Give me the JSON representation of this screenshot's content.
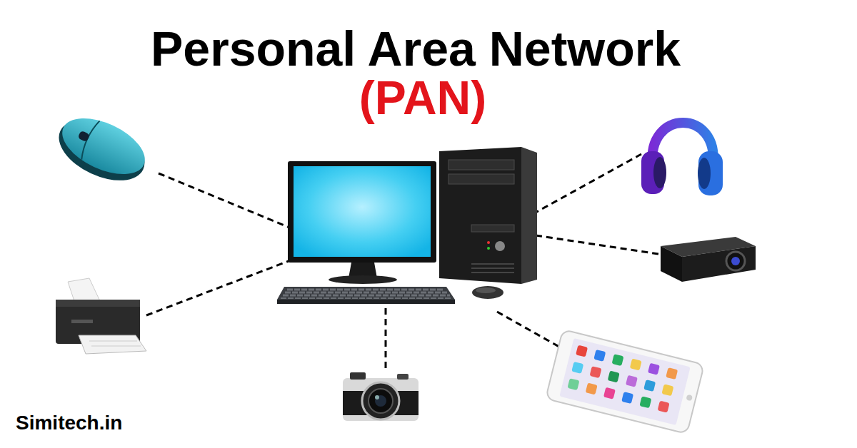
{
  "diagram": {
    "title": "Personal Area Network",
    "labels": [
      "(PAN)",
      "Simitech.in"
    ]
  }
}
